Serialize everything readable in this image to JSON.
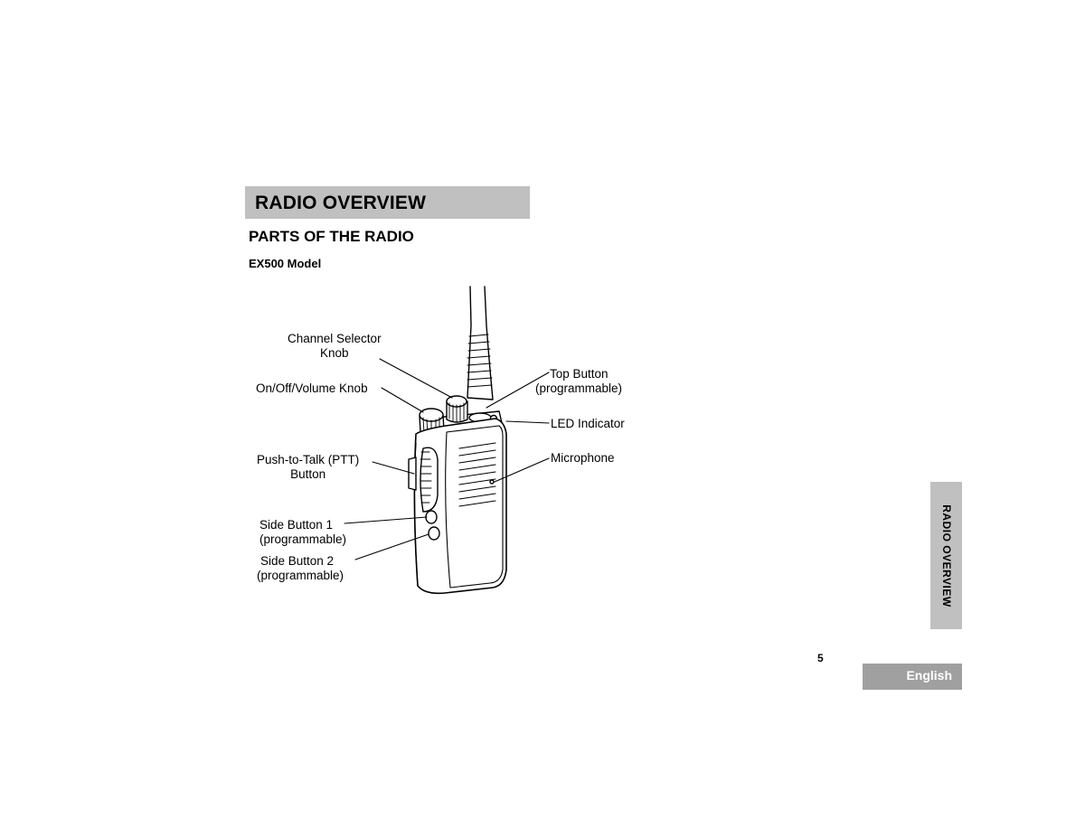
{
  "header": {
    "title": "RADIO OVERVIEW",
    "section": "PARTS OF THE RADIO",
    "model": "EX500 Model"
  },
  "diagram": {
    "channel_selector_line1": "Channel Selector",
    "channel_selector_line2": "Knob",
    "volume_knob": "On/Off/Volume Knob",
    "ptt_line1": "Push-to-Talk (PTT)",
    "ptt_line2": "Button",
    "side_button1_line1": "Side Button 1",
    "side_button1_line2": "(programmable)",
    "side_button2_line1": "Side Button 2",
    "side_button2_line2": "(programmable)",
    "top_button_line1": "Top Button",
    "top_button_line2": "(programmable)",
    "led_indicator": "LED Indicator",
    "microphone": "Microphone"
  },
  "side_tab": "RADIO OVERVIEW",
  "footer": {
    "page_number": "5",
    "language": "English"
  },
  "colors": {
    "tab_gray": "#c0c0c0",
    "language_tab_gray": "#a0a0a0"
  }
}
